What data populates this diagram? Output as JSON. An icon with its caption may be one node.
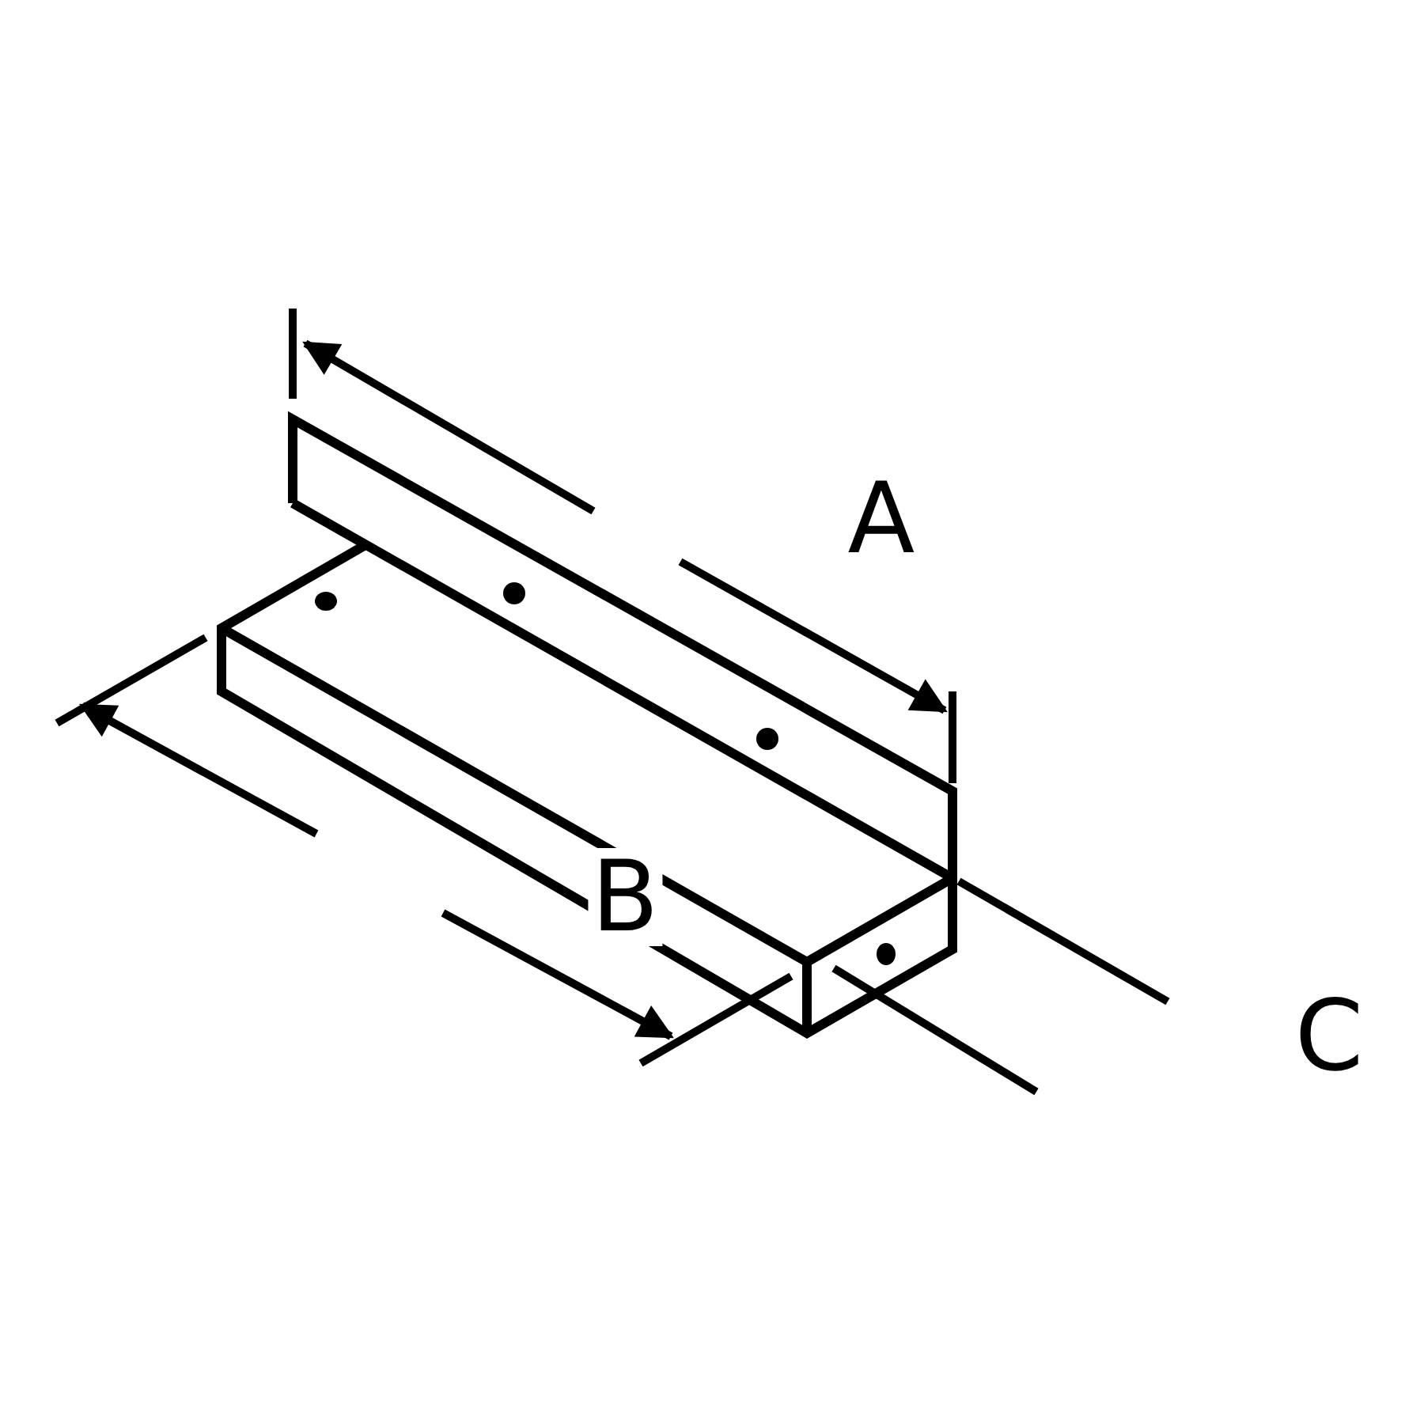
{
  "diagram": {
    "labels": [
      "A",
      "B",
      "C"
    ]
  }
}
